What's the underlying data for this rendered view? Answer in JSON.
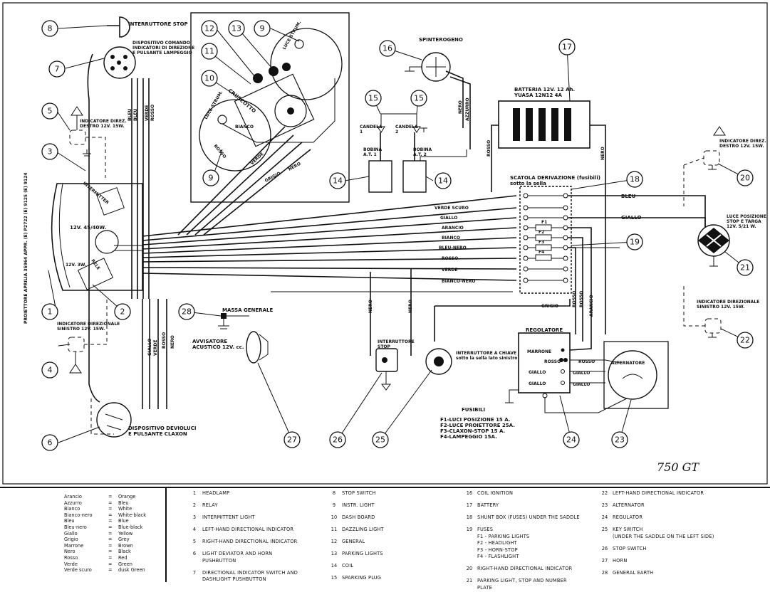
{
  "diagram": {
    "title": "750 GT",
    "labels": {
      "interruttore_stop_top": "INTERRUTTORE STOP",
      "dispositivo_comando": "DISPOSITIVO COMANDO\nINDICATORI DI DIREZIONE\nE PULSANTE LAMPEGGIO",
      "indicatore_destro_left": "INDICATORE DIREZ.\nDESTRO 12V. 15W.",
      "proiettore": "PROIETTORE APRILIA 35964 APPR. (E) P2722 (E) 9125 (E) 9124",
      "headlamp_bulb": "12V. 45/40W.",
      "small_bulb": "12V. 3W.",
      "intermitter": "INTERMITTER",
      "rele": "RELE",
      "indicatore_sinistro_left": "INDICATORE DIREZIONALE\nSINISTRO 12V. 15W.",
      "dispositivo_deviol": "DISPOSITIVO DEVIOLUCI\nE PULSANTE CLAXON",
      "cruscotto": "CRUSCOTTO",
      "luce_strum_1": "LUCE STRUM.",
      "luce_strum_2": "LUCE STRUM.",
      "rosso_dash": "ROSSO",
      "bianco_dash": "BIANCO",
      "spinterogeno": "SPINTEROGENO",
      "candela1": "CANDELA\n1",
      "candela2": "CANDELA\n2",
      "bobina1": "BOBINA\nA.T. 1",
      "bobina2": "BOBINA\nA.T. 2",
      "batteria": "BATTERIA 12V. 12 Ah.\nYUASA 12N12 4A",
      "scatola": "SCATOLA DERIVAZIONE (fusibili)\nsotto la sella",
      "indicatore_destro_right": "INDICATORE DIREZ.\nDESTRO 12V. 15W.",
      "luce_posizione": "LUCE POSIZIONE\nSTOP E TARGA\n12V. 5/21 W.",
      "indicatore_sinistro_right": "INDICATORE DIREZIONALE\nSINISTRO 12V. 15W.",
      "massa_generale": "MASSA GENERALE",
      "avvisatore": "AVVISATORE\nACUSTICO 12V. cc.",
      "interruttore_stop_bottom": "INTERRUTTORE\nSTOP",
      "interruttore_chiave": "INTERRUTTORE A CHIAVE\nsotto la sella lato sinistro",
      "regolatore": "REGOLATORE",
      "alternatore": "ALTERNATORE",
      "fusibili_title": "FUSIBILI",
      "fusibili_lines": "F1-LUCI POSIZIONE 15 A.\nF2-LUCE PROIETTORE 25A.\nF3-CLAXON-STOP 15 A.\nF4-LAMPEGGIO 15A.",
      "f1": "F1",
      "f2": "F2",
      "f3": "F3",
      "f4": "F4"
    },
    "wires": {
      "bleu": "BLEU",
      "verde_scuro": "VERDE SCURO",
      "giallo": "GIALLO",
      "arancio": "ARANCIO",
      "bianco": "BIANCO",
      "bleu_nero": "BLEU-NERO",
      "rosso": "ROSSO",
      "verde": "VERDE",
      "bianco_nero": "BIANCO-NERO",
      "grigio": "GRIGIO",
      "nero": "NERO",
      "azzurro": "AZZURRO",
      "marrone": "MARRONE"
    },
    "callouts": [
      "1",
      "2",
      "3",
      "4",
      "5",
      "6",
      "7",
      "8",
      "9",
      "9",
      "10",
      "11",
      "12",
      "13",
      "14",
      "14",
      "15",
      "15",
      "16",
      "17",
      "18",
      "19",
      "20",
      "21",
      "22",
      "23",
      "24",
      "25",
      "26",
      "27",
      "28"
    ]
  },
  "legend": {
    "colors": [
      {
        "it": "Arancio",
        "en": "Orange"
      },
      {
        "it": "Azzurro",
        "en": "Bleu"
      },
      {
        "it": "Bianco",
        "en": "White"
      },
      {
        "it": "Bianco-nero",
        "en": "White-black"
      },
      {
        "it": "Bleu",
        "en": "Blue"
      },
      {
        "it": "Bleu-nero",
        "en": "Blue-black"
      },
      {
        "it": "Giallo",
        "en": "Yellow"
      },
      {
        "it": "Grigio",
        "en": "Grey"
      },
      {
        "it": "Marrone",
        "en": "Brown"
      },
      {
        "it": "Nero",
        "en": "Black"
      },
      {
        "it": "Rosso",
        "en": "Red"
      },
      {
        "it": "Verde",
        "en": "Green"
      },
      {
        "it": "Verde scuro",
        "en": "dusk Green"
      }
    ],
    "columns": [
      [
        {
          "n": "1",
          "t": "Headlamp"
        },
        {
          "n": "2",
          "t": "Relay"
        },
        {
          "n": "3",
          "t": "Intermittent light"
        },
        {
          "n": "4",
          "t": "Left-hand directional indicator"
        },
        {
          "n": "5",
          "t": "Right-hand directional indicator"
        },
        {
          "n": "6",
          "t": "Light deviator and horn\npushbutton"
        },
        {
          "n": "7",
          "t": "Directional indicator switch and\ndashlight pushbutton"
        }
      ],
      [
        {
          "n": "8",
          "t": "Stop switch"
        },
        {
          "n": "9",
          "t": "Instr. light"
        },
        {
          "n": "10",
          "t": "Dash board"
        },
        {
          "n": "11",
          "t": "Dazzling light"
        },
        {
          "n": "12",
          "t": "General"
        },
        {
          "n": "13",
          "t": "Parking lights"
        },
        {
          "n": "14",
          "t": "Coil"
        },
        {
          "n": "15",
          "t": "Sparking plug"
        }
      ],
      [
        {
          "n": "16",
          "t": "Coil ignition"
        },
        {
          "n": "17",
          "t": "Battery"
        },
        {
          "n": "18",
          "t": "Shunt box (fuses) under the saddle"
        },
        {
          "n": "19",
          "t": "Fuses\n  F1 - Parking lights\n  F2 - Headlight\n  F3 - Horn-stop\n  F4 - Flashlight"
        },
        {
          "n": "20",
          "t": "Right-hand directional indicator"
        },
        {
          "n": "21",
          "t": "Parking light, stop and number\nplate"
        }
      ],
      [
        {
          "n": "22",
          "t": "Left-hand directional indicator"
        },
        {
          "n": "23",
          "t": "Alternator"
        },
        {
          "n": "24",
          "t": "Regulator"
        },
        {
          "n": "25",
          "t": "Key switch\n(under the saddle on the left side)"
        },
        {
          "n": "26",
          "t": "Stop switch"
        },
        {
          "n": "27",
          "t": "Horn"
        },
        {
          "n": "28",
          "t": "General earth"
        }
      ]
    ]
  }
}
